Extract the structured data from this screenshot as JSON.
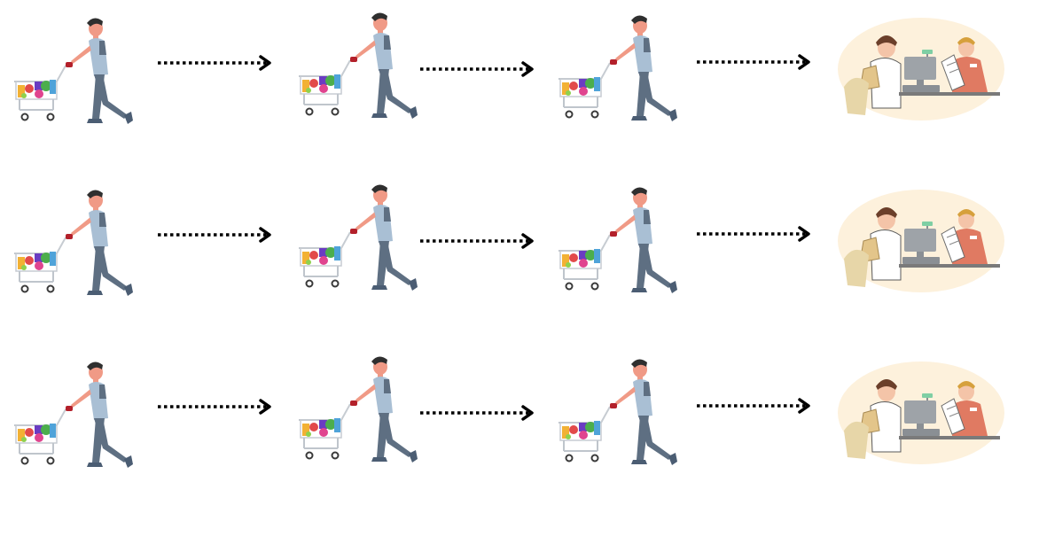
{
  "scene": {
    "rows": [
      {
        "lane": "first-lane",
        "steps": [
          "shopper",
          "arrow",
          "shopper",
          "arrow",
          "shopper",
          "arrow",
          "checkout"
        ]
      },
      {
        "lane": "second-lane",
        "steps": [
          "shopper",
          "arrow",
          "shopper",
          "arrow",
          "shopper",
          "arrow",
          "checkout"
        ]
      },
      {
        "lane": "third-lane",
        "steps": [
          "shopper",
          "arrow",
          "shopper",
          "arrow",
          "shopper",
          "arrow",
          "checkout"
        ]
      }
    ],
    "icons": {
      "shopper": "shopper-with-cart-icon",
      "arrow": "dotted-arrow-icon",
      "checkout": "checkout-counter-icon"
    },
    "colors": {
      "background": "#ffffff",
      "arrow": "#000000",
      "shirt": "#a9bfd4",
      "pants": "#5e6f82",
      "skin": "#f09a86",
      "hair": "#2f2f2f",
      "glove": "#b3202a",
      "checkout_bg": "#fdf1dc",
      "register": "#9ea3a8",
      "cashier_shirt": "#e07a62"
    }
  }
}
